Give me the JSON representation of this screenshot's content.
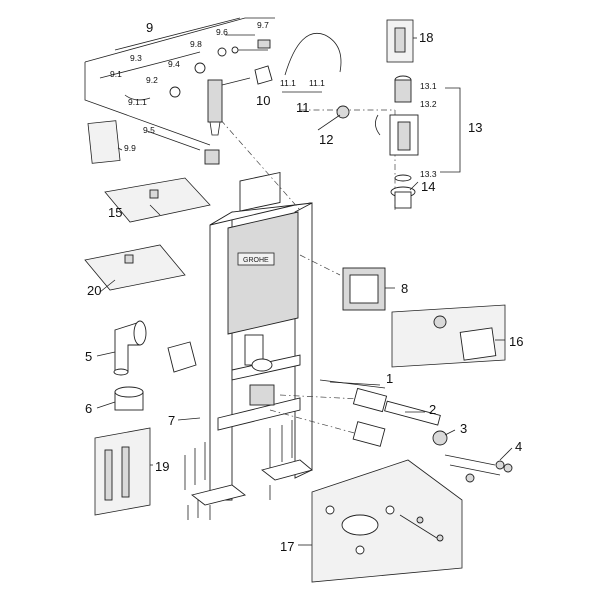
{
  "labels": {
    "p1": "1",
    "p2": "2",
    "p3": "3",
    "p4": "4",
    "p5": "5",
    "p6": "6",
    "p7": "7",
    "p8": "8",
    "p9": "9",
    "p10": "10",
    "p11": "11",
    "p12": "12",
    "p13": "13",
    "p14": "14",
    "p15": "15",
    "p16": "16",
    "p17": "17",
    "p18": "18",
    "p19": "19",
    "p20": "20",
    "p9_1": "9.1",
    "p9_1_1": "9.1.1",
    "p9_2": "9.2",
    "p9_3": "9.3",
    "p9_4": "9.4",
    "p9_5": "9.5",
    "p9_6": "9.6",
    "p9_7": "9.7",
    "p9_8": "9.8",
    "p9_9": "9.9",
    "p11_1a": "11.1",
    "p11_1b": "11.1",
    "p13_1": "13.1",
    "p13_2": "13.2",
    "p13_3": "13.3"
  },
  "logo": "GROHE"
}
